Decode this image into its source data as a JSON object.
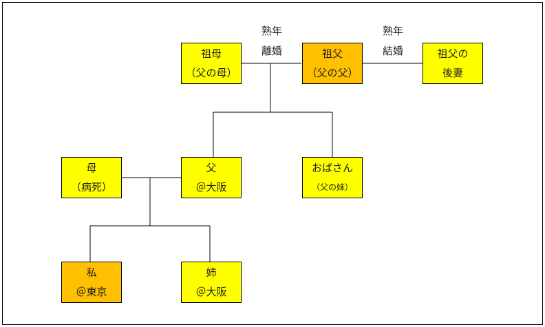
{
  "nodes": {
    "grandmother": {
      "line1": "祖母",
      "line2": "（父の母）",
      "color": "#ffff00"
    },
    "grandfather": {
      "line1": "祖父",
      "line2": "（父の父）",
      "color": "#ffc000"
    },
    "grandfather_second_wife": {
      "line1": "祖父の",
      "line2": "後妻",
      "color": "#ffff00"
    },
    "mother": {
      "line1": "母",
      "line2": "（病死）",
      "color": "#ffff00"
    },
    "father": {
      "line1": "父",
      "line2": "＠大阪",
      "color": "#ffff00"
    },
    "aunt": {
      "line1": "おばさん",
      "line2": "（父の妹）",
      "color": "#ffff00"
    },
    "me": {
      "line1": "私",
      "line2": "＠東京",
      "color": "#ffc000"
    },
    "sister": {
      "line1": "姉",
      "line2": "＠大阪",
      "color": "#ffff00"
    }
  },
  "edge_labels": {
    "divorce": {
      "line1": "熟年",
      "line2": "離婚"
    },
    "remarriage": {
      "line1": "熟年",
      "line2": "結婚"
    }
  }
}
